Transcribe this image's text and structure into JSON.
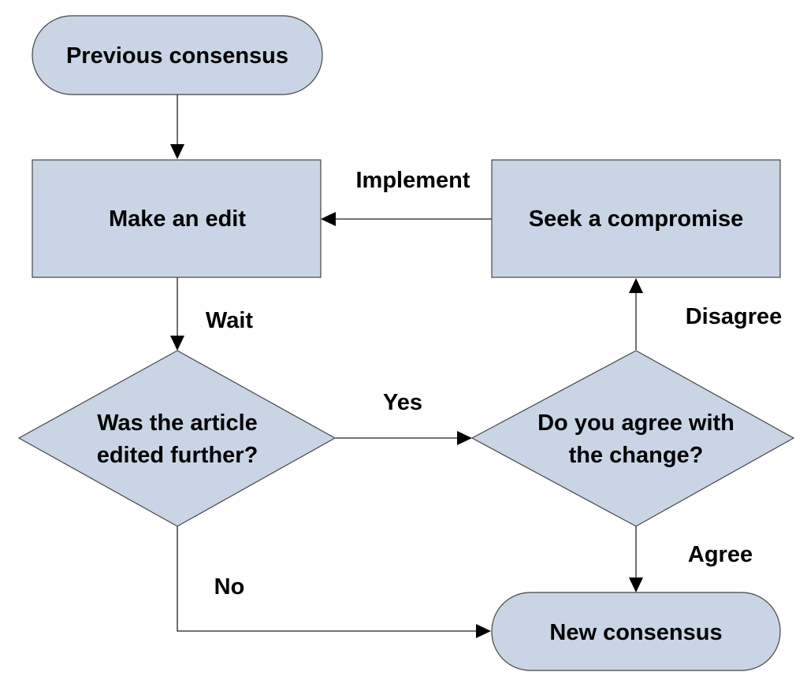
{
  "flowchart": {
    "nodes": {
      "previous_consensus": {
        "label": "Previous consensus",
        "shape": "terminator"
      },
      "make_edit": {
        "label": "Make an edit",
        "shape": "process"
      },
      "seek_compromise": {
        "label": "Seek a compromise",
        "shape": "process"
      },
      "was_edited": {
        "label_line1": "Was the article",
        "label_line2": "edited further?",
        "shape": "decision"
      },
      "do_you_agree": {
        "label_line1": "Do you agree with",
        "label_line2": "the change?",
        "shape": "decision"
      },
      "new_consensus": {
        "label": "New consensus",
        "shape": "terminator"
      }
    },
    "edges": {
      "implement": {
        "label": "Implement",
        "from": "seek_compromise",
        "to": "make_edit"
      },
      "wait": {
        "label": "Wait",
        "from": "make_edit",
        "to": "was_edited"
      },
      "yes": {
        "label": "Yes",
        "from": "was_edited",
        "to": "do_you_agree"
      },
      "no": {
        "label": "No",
        "from": "was_edited",
        "to": "new_consensus"
      },
      "disagree": {
        "label": "Disagree",
        "from": "do_you_agree",
        "to": "seek_compromise"
      },
      "agree": {
        "label": "Agree",
        "from": "do_you_agree",
        "to": "new_consensus"
      }
    }
  },
  "colors": {
    "fill": "#c9d5e4",
    "stroke": "#454545",
    "text": "#000000"
  }
}
